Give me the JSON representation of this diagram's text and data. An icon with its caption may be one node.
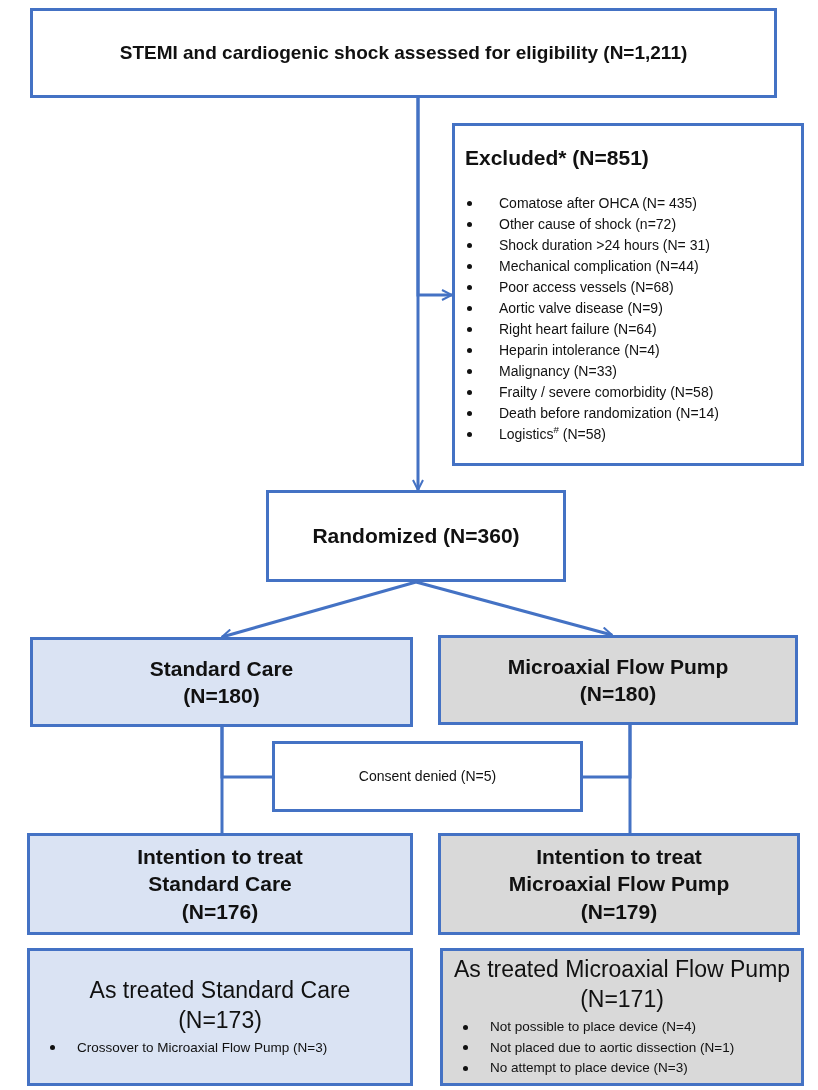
{
  "diagram": {
    "nodes": [
      {
        "text": [
          "STEMI and cardiogenic shock assessed for eligibility (N=1,211)"
        ]
      },
      {
        "text": [
          "Excluded* (N=851)",
          "Comatose after OHCA (N= 435)",
          "Other cause of shock (n=72)",
          "Shock duration >24 hours (N= 31)",
          "Mechanical complication (N=44)",
          "Poor access vessels (N=68)",
          "Aortic valve disease (N=9)",
          "Right heart failure (N=64)",
          "Heparin intolerance (N=4)",
          "Malignancy (N=33)",
          "Frailty / severe comorbidity (N=58)",
          "Death before randomization (N=14)",
          "Logistics$^{#}$ (N=58)"
        ]
      },
      {
        "text": [
          "Randomized (N=360)"
        ]
      },
      {
        "text": [
          "Standard Care (N=180)"
        ]
      },
      {
        "text": [
          "Microaxial Flow Pump (N=180)"
        ]
      },
      {
        "text": [
          "Consent denied (N=5)"
        ]
      },
      {
        "text": [
          "Intention to treat Standard Care (N=176)"
        ]
      },
      {
        "text": [
          "Intention to treat Microaxial Flow Pump (N=179)"
        ]
      },
      {
        "text": [
          "As treated Standard Care (N=173)",
          "Crossover to Microaxial Flow Pump (N=3)"
        ]
      },
      {
        "text": [
          "As treated Microaxial Flow Pump (N=171)",
          "Not possible to place device (N=4)",
          "Not placed due to aortic dissection (N=1)",
          "No attempt to place device (N=3)"
        ]
      }
    ],
    "edges": [
      {
        "from": 0,
        "to": 2,
        "arrow": "to"
      },
      {
        "from": 0,
        "to": 1,
        "arrow": "to"
      },
      {
        "from": 2,
        "to": 3,
        "arrow": "to"
      },
      {
        "from": 2,
        "to": 4,
        "arrow": "to"
      },
      {
        "from": 3,
        "to": 6,
        "arrow": "none"
      },
      {
        "from": 3,
        "to": 5,
        "arrow": "none"
      },
      {
        "from": 4,
        "to": 7,
        "arrow": "none"
      },
      {
        "from": 4,
        "to": 5,
        "arrow": "none"
      }
    ]
  }
}
